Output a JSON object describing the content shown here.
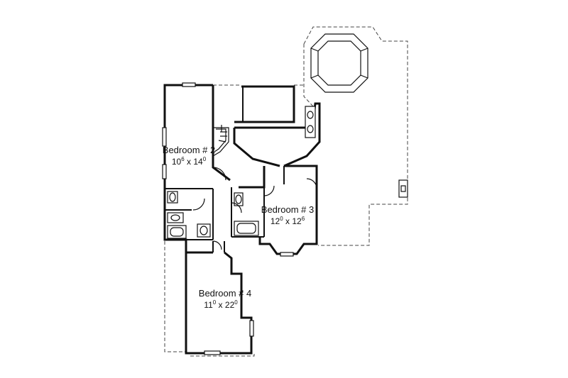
{
  "rooms": [
    {
      "name": "Bedroom # 2",
      "dim_w": "10",
      "dim_w_in": "6",
      "dim_h": "14",
      "dim_h_in": "0"
    },
    {
      "name": "Bedroom # 3",
      "dim_w": "12",
      "dim_w_in": "0",
      "dim_h": "12",
      "dim_h_in": "6"
    },
    {
      "name": "Bedroom # 4",
      "dim_w": "11",
      "dim_w_in": "0",
      "dim_h": "22",
      "dim_h_in": "0"
    }
  ]
}
